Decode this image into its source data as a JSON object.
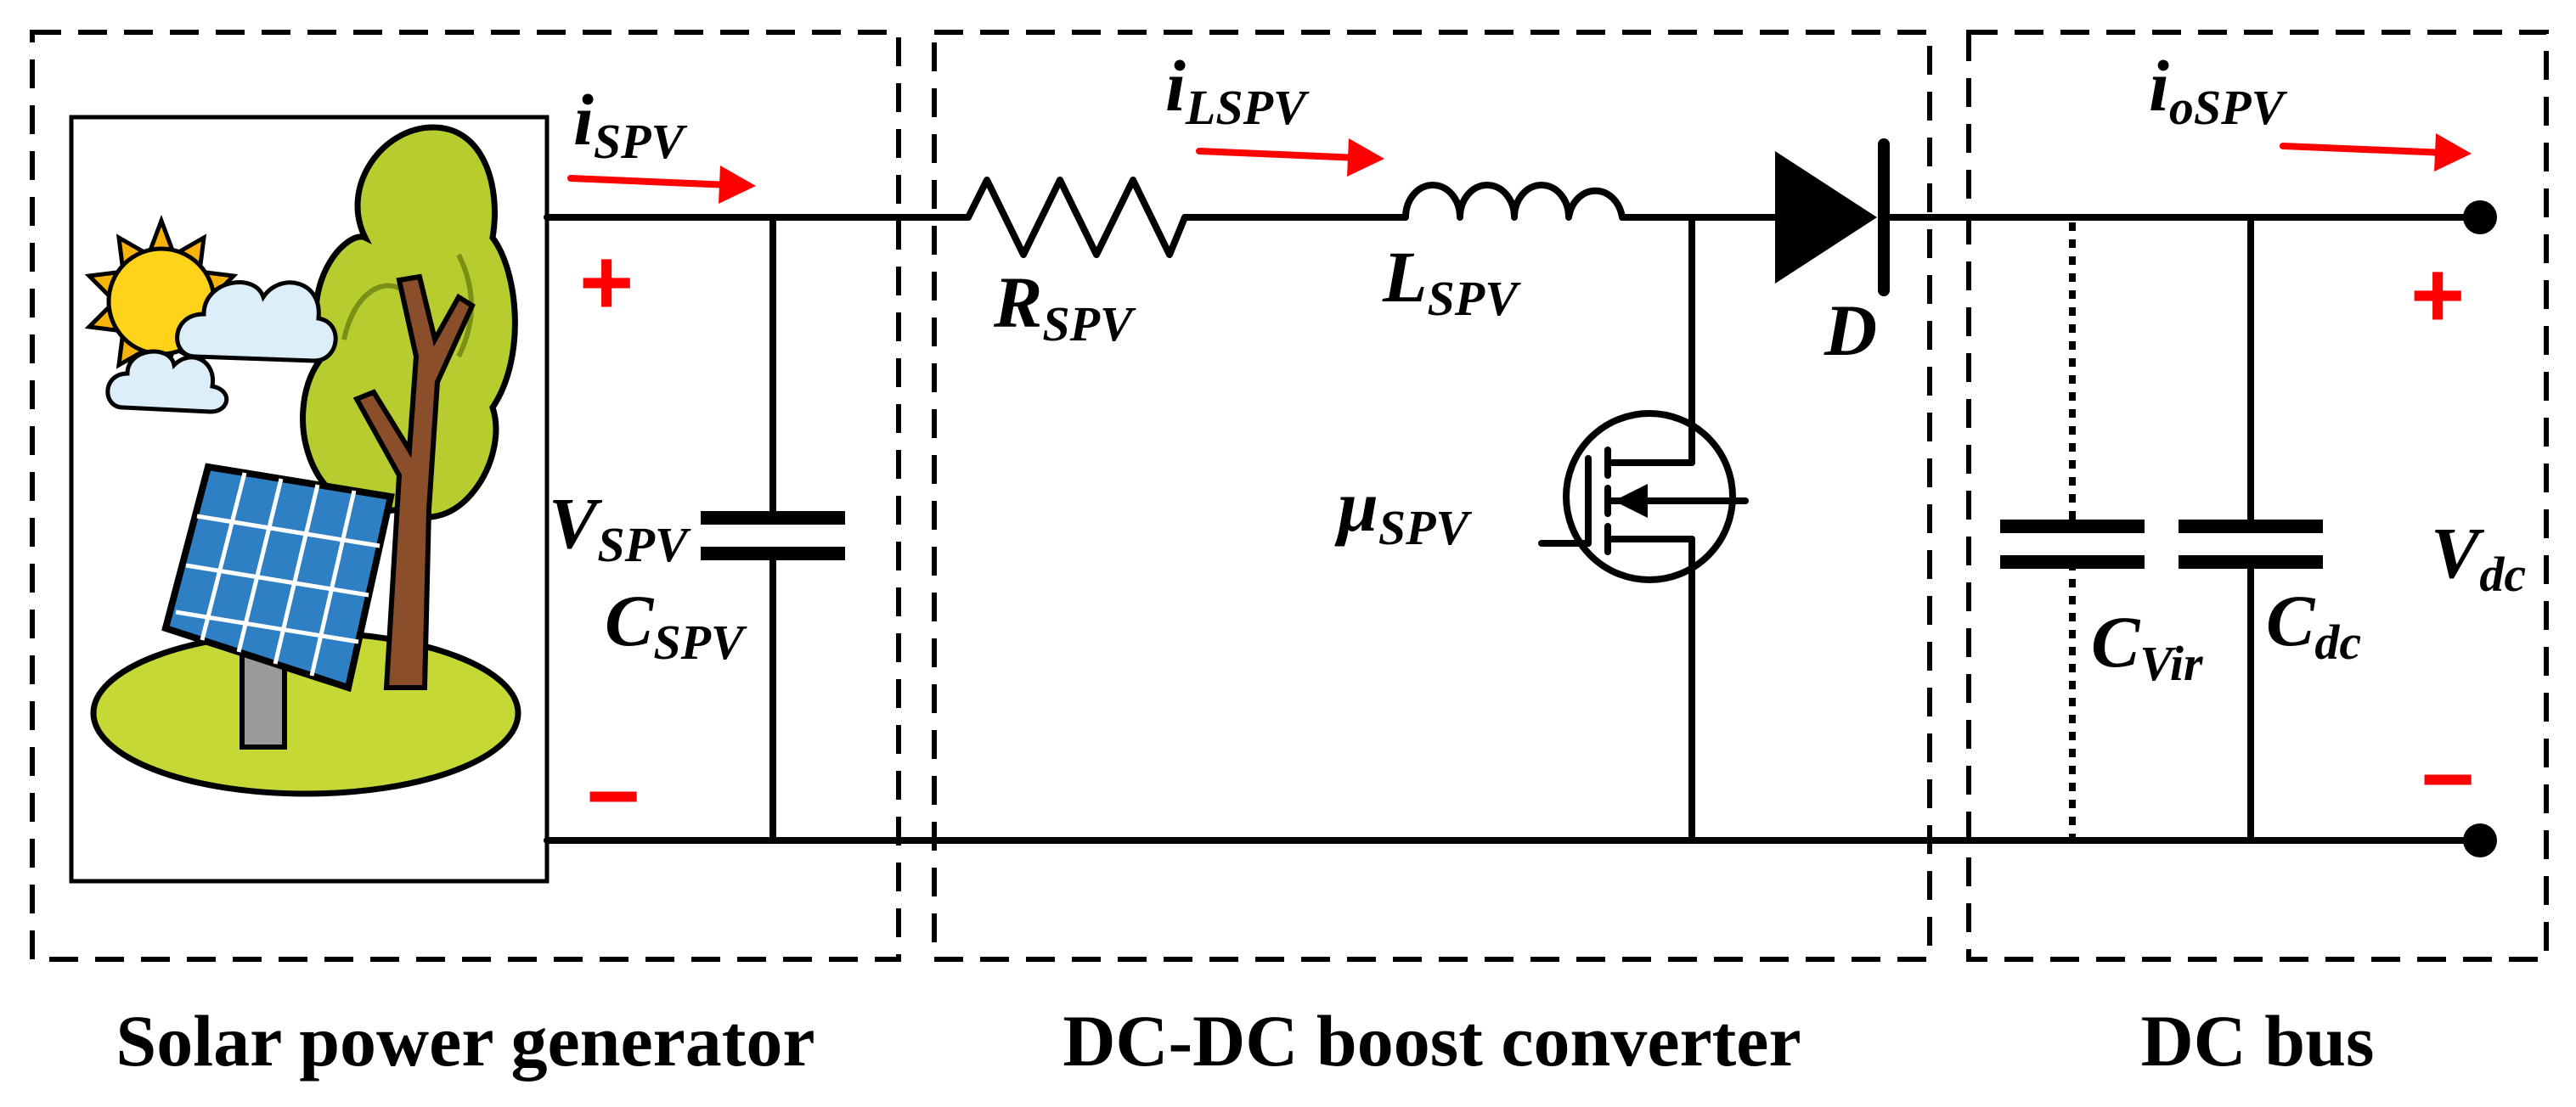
{
  "sections": {
    "solar": "Solar power generator",
    "converter": "DC-DC boost converter",
    "bus": "DC bus"
  },
  "labels": {
    "i_spv": {
      "base": "i",
      "sub": "SPV"
    },
    "i_lspv": {
      "base": "i",
      "sub": "LSPV"
    },
    "i_ospv": {
      "base": "i",
      "sub": "oSPV"
    },
    "r_spv": {
      "base": "R",
      "sub": "SPV"
    },
    "l_spv": {
      "base": "L",
      "sub": "SPV"
    },
    "d": {
      "base": "D",
      "sub": ""
    },
    "v_spv": {
      "base": "V",
      "sub": "SPV"
    },
    "c_spv": {
      "base": "C",
      "sub": "SPV"
    },
    "mu_spv": {
      "base": "μ",
      "sub": "SPV"
    },
    "c_vir": {
      "base": "C",
      "sub": "Vir"
    },
    "c_dc": {
      "base": "C",
      "sub": "dc"
    },
    "v_dc": {
      "base": "V",
      "sub": "dc"
    }
  },
  "signs": {
    "plus": "+",
    "minus": "−"
  },
  "colors": {
    "arrow": "#ff0000",
    "wire": "#000000"
  }
}
